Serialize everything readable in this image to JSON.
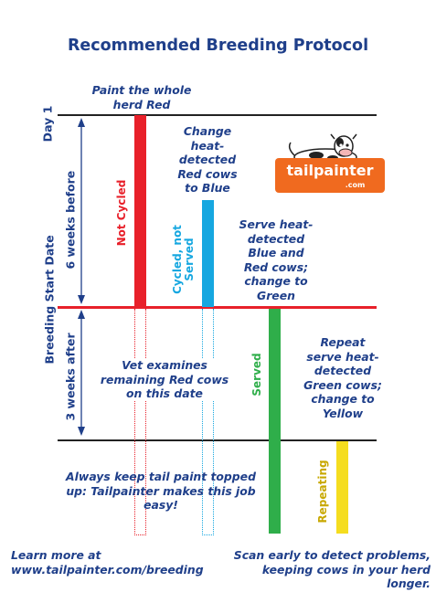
{
  "title": "Recommended Breeding Protocol",
  "axis": {
    "day1": "Day 1",
    "weeks_before": "6 weeks before",
    "breeding_start_date": "Breeding Start Date",
    "weeks_after": "3 weeks after"
  },
  "steps": {
    "paint_red": "Paint the whole herd Red",
    "change_blue": "Change heat-detected Red cows to Blue",
    "serve_green": "Serve heat-detected Blue and Red cows; change to Green",
    "repeat_yellow": "Repeat serve heat-detected Green cows; change to Yellow"
  },
  "bars": {
    "not_cycled": "Not Cycled",
    "cycled_not_served": "Cycled, not Served",
    "served": "Served",
    "repeating": "Repeating"
  },
  "notes": {
    "vet": "Vet examines remaining Red cows on this date",
    "topped_up": "Always keep tail paint topped up: Tailpainter makes this job easy!"
  },
  "footer": {
    "learn_more": "Learn more at",
    "url": "www.tailpainter.com/breeding",
    "scan": "Scan early to detect problems, keeping cows in your herd longer."
  },
  "logo": {
    "brand": "tailpainter",
    "domain": ".com"
  },
  "colors": {
    "red": "#e8202a",
    "blue": "#16a7e0",
    "green": "#2fae4a",
    "yellow": "#f5dd1f",
    "navy": "#1f3f8a",
    "orange": "#f06a1f"
  }
}
